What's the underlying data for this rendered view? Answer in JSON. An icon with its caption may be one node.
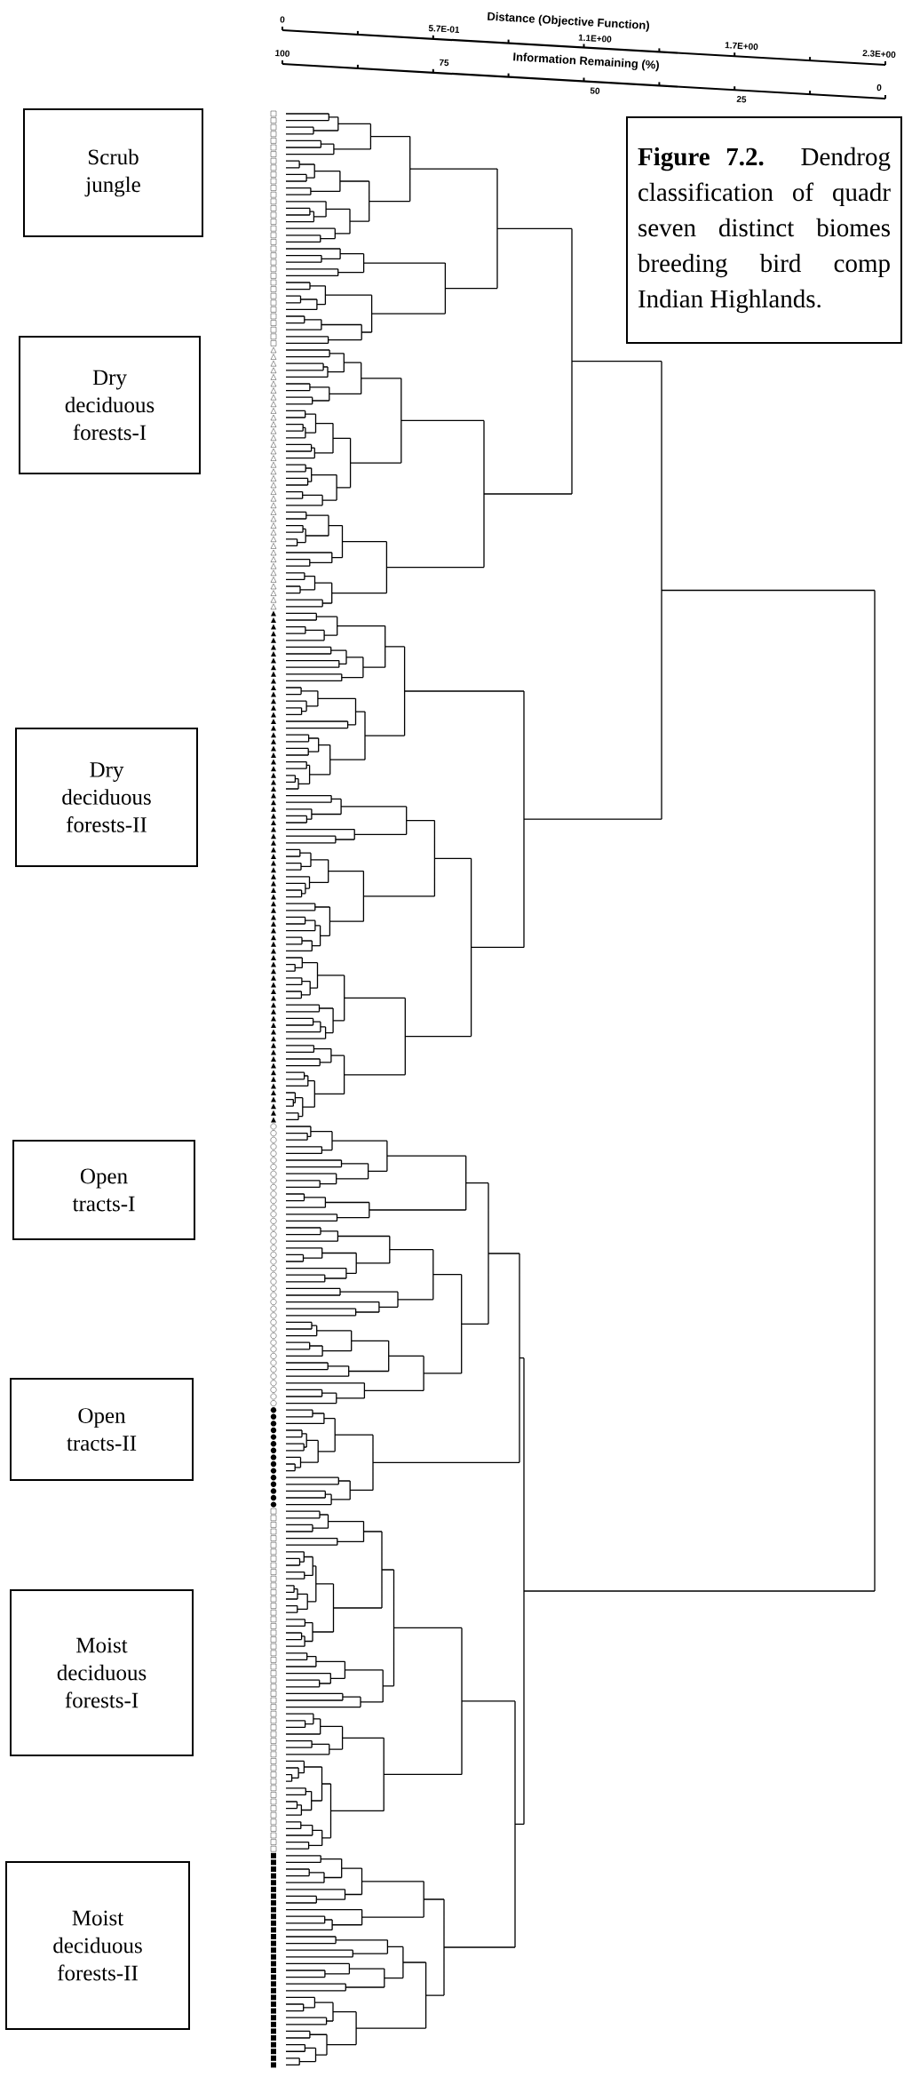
{
  "diagram": {
    "nodes": [
      {
        "text": [
          "Scrub jungle"
        ]
      },
      {
        "text": [
          "Dry deciduous forests-I"
        ]
      },
      {
        "text": [
          "Dry deciduous forests-II"
        ]
      },
      {
        "text": [
          "Open tracts-I"
        ]
      },
      {
        "text": [
          "Open tracts-II"
        ]
      },
      {
        "text": [
          "Moist deciduous forests-I"
        ]
      },
      {
        "text": [
          "Moist deciduous forests-II"
        ]
      },
      {
        "text": [
          "**Figure 7.2.** Dendrog classification of quadr seven distinct biomes breeding bird comp Indian Highlands."
        ]
      }
    ],
    "labels": [
      "0",
      "5.7E-01",
      "Distance (Objective Function)",
      "1.1E+00",
      "1.7E+00",
      "2.3E+00",
      "100",
      "75",
      "Information Remaining (%)",
      "50",
      "25",
      "0"
    ]
  }
}
